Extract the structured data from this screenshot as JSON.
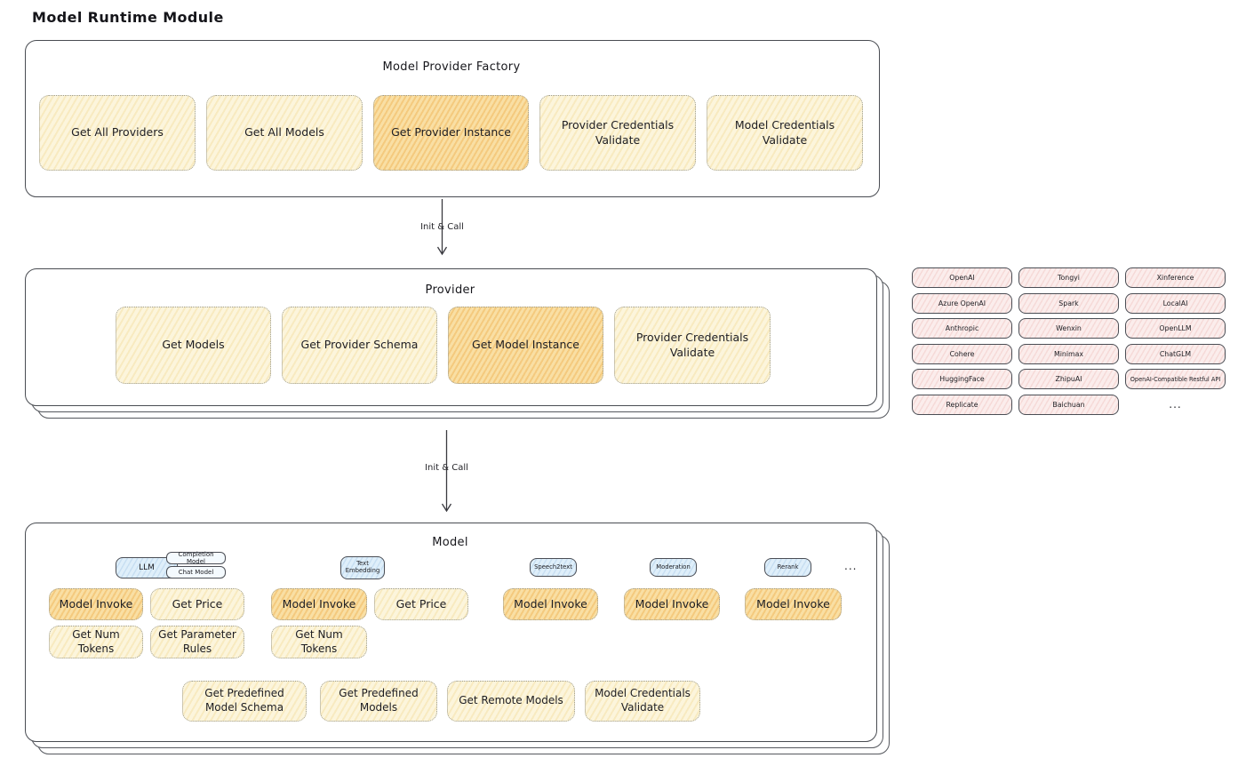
{
  "page": {
    "title": "Model Runtime Module"
  },
  "colors": {
    "highlight_yellow": "#F9DFA4",
    "light_yellow": "#FCF5DC",
    "provider_pink": "#FBEDEC",
    "tag_blue": "#DFEFFA",
    "border_dark": "#494C52"
  },
  "factory": {
    "title": "Model Provider Factory",
    "boxes": [
      {
        "label": "Get All Providers"
      },
      {
        "label": "Get All Models"
      },
      {
        "label": "Get Provider Instance"
      },
      {
        "label": "Provider Credentials Validate"
      },
      {
        "label": "Model Credentials Validate"
      }
    ]
  },
  "arrows": {
    "first": "Init & Call",
    "second": "Init & Call"
  },
  "provider": {
    "title": "Provider",
    "boxes": [
      {
        "label": "Get Models"
      },
      {
        "label": "Get Provider Schema"
      },
      {
        "label": "Get Model Instance"
      },
      {
        "label": "Provider Credentials Validate"
      }
    ]
  },
  "providers_grid": {
    "cells": [
      "OpenAI",
      "Tongyi",
      "Xinference",
      "Azure OpenAI",
      "Spark",
      "LocalAI",
      "Anthropic",
      "Wenxin",
      "OpenLLM",
      "Cohere",
      "Minimax",
      "ChatGLM",
      "HuggingFace",
      "ZhipuAI",
      "OpenAI-Compatible Restful API",
      "Replicate",
      "Baichuan"
    ],
    "more": "..."
  },
  "model": {
    "title": "Model",
    "tags": {
      "llm": "LLM",
      "completion": "Completion Model",
      "chat": "Chat Model",
      "text_embedding": "Text Embedding",
      "speech2text": "Speech2text",
      "moderation": "Moderation",
      "rerank": "Rerank"
    },
    "more": "...",
    "boxes": {
      "model_invoke": "Model Invoke",
      "get_price": "Get Price",
      "get_num_tokens": "Get Num Tokens",
      "get_parameter_rules": "Get Parameter Rules"
    },
    "bottom": [
      "Get Predefined Model Schema",
      "Get Predefined Models",
      "Get Remote Models",
      "Model Credentials Validate"
    ]
  }
}
